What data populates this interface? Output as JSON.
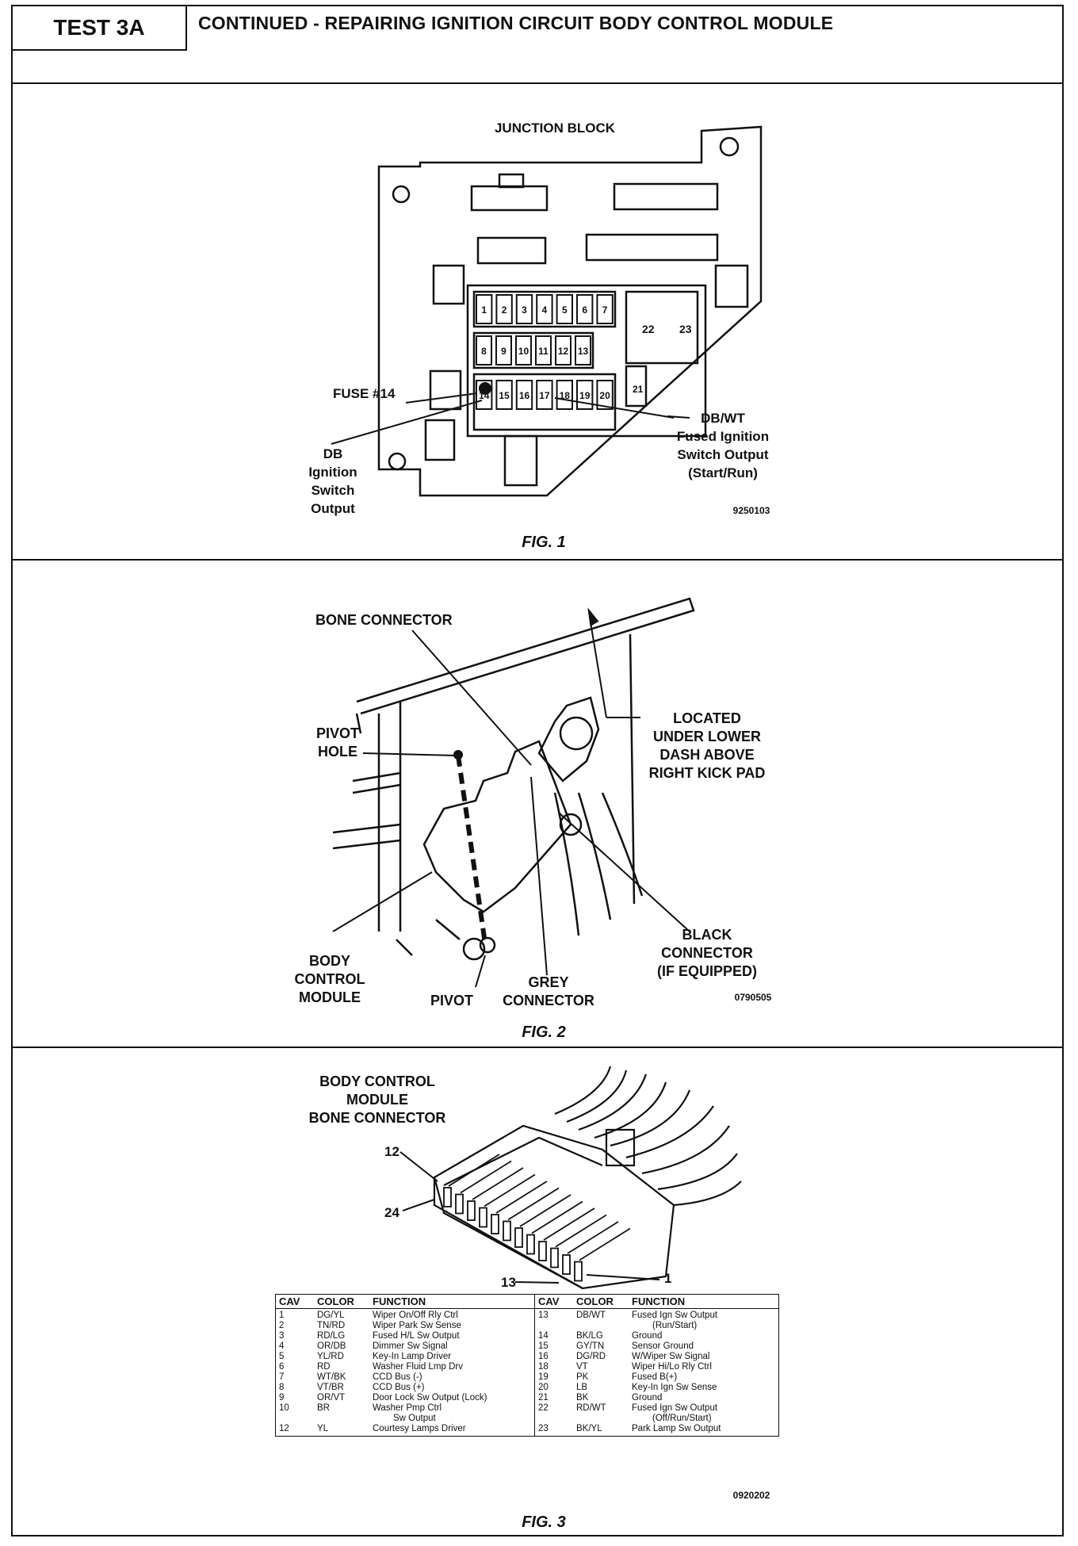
{
  "header": {
    "test_label": "TEST 3A",
    "title": "CONTINUED - REPAIRING IGNITION CIRCUIT BODY CONTROL MODULE"
  },
  "figure1": {
    "title": "JUNCTION BLOCK",
    "fuse_label": "FUSE #14",
    "left_callout": [
      "DB",
      "Ignition",
      "Switch",
      "Output"
    ],
    "right_callout": [
      "DB/WT",
      "Fused Ignition",
      "Switch Output",
      "(Start/Run)"
    ],
    "fuse_numbers_row1": [
      "1",
      "2",
      "3",
      "4",
      "5",
      "6",
      "7"
    ],
    "fuse_numbers_row2": [
      "8",
      "9",
      "10",
      "11",
      "12",
      "13"
    ],
    "fuse_numbers_row3": [
      "14",
      "15",
      "16",
      "17",
      "18",
      "19",
      "20"
    ],
    "large_fuses": [
      "22",
      "23",
      "21"
    ],
    "code": "9250103",
    "caption": "FIG. 1"
  },
  "figure2": {
    "labels": {
      "bone_connector": "BONE CONNECTOR",
      "located": [
        "LOCATED",
        "UNDER LOWER",
        "DASH ABOVE",
        "RIGHT KICK PAD"
      ],
      "pivot_hole": [
        "PIVOT",
        "HOLE"
      ],
      "body_control_module": [
        "BODY",
        "CONTROL",
        "MODULE"
      ],
      "pivot": "PIVOT",
      "grey_connector": [
        "GREY",
        "CONNECTOR"
      ],
      "black_connector": [
        "BLACK",
        "CONNECTOR",
        "(IF EQUIPPED)"
      ]
    },
    "code": "0790505",
    "caption": "FIG. 2"
  },
  "figure3": {
    "title": [
      "BODY CONTROL",
      "MODULE",
      "BONE CONNECTOR"
    ],
    "pin_labels": {
      "p12": "12",
      "p24": "24",
      "p13": "13",
      "p1": "1"
    },
    "table_headers": {
      "cav": "CAV",
      "color": "COLOR",
      "function": "FUNCTION"
    },
    "left_rows": [
      {
        "cav": "1",
        "color": "DG/YL",
        "function": "Wiper On/Off Rly Ctrl"
      },
      {
        "cav": "2",
        "color": "TN/RD",
        "function": "Wiper Park Sw Sense"
      },
      {
        "cav": "3",
        "color": "RD/LG",
        "function": "Fused H/L Sw Output"
      },
      {
        "cav": "4",
        "color": "OR/DB",
        "function": "Dimmer Sw Signal"
      },
      {
        "cav": "5",
        "color": "YL/RD",
        "function": "Key-In Lamp Driver"
      },
      {
        "cav": "6",
        "color": "RD",
        "function": "Washer Fluid Lmp Drv"
      },
      {
        "cav": "7",
        "color": "WT/BK",
        "function": "CCD Bus (-)"
      },
      {
        "cav": "8",
        "color": "VT/BR",
        "function": "CCD Bus (+)"
      },
      {
        "cav": "9",
        "color": "OR/VT",
        "function": "Door Lock Sw Output (Lock)"
      },
      {
        "cav": "10",
        "color": "BR",
        "function": "Washer Pmp Ctrl"
      },
      {
        "cav": "",
        "color": "",
        "function": "Sw Output"
      },
      {
        "cav": "12",
        "color": "YL",
        "function": "Courtesy Lamps Driver"
      }
    ],
    "right_rows": [
      {
        "cav": "13",
        "color": "DB/WT",
        "function": "Fused Ign Sw Output"
      },
      {
        "cav": "",
        "color": "",
        "function": "(Run/Start)"
      },
      {
        "cav": "14",
        "color": "BK/LG",
        "function": "Ground"
      },
      {
        "cav": "15",
        "color": "GY/TN",
        "function": "Sensor Ground"
      },
      {
        "cav": "16",
        "color": "DG/RD",
        "function": "W/Wiper Sw Signal"
      },
      {
        "cav": "18",
        "color": "VT",
        "function": "Wiper Hi/Lo Rly Ctrl"
      },
      {
        "cav": "19",
        "color": "PK",
        "function": "Fused B(+)"
      },
      {
        "cav": "20",
        "color": "LB",
        "function": "Key-In Ign Sw Sense"
      },
      {
        "cav": "21",
        "color": "BK",
        "function": "Ground"
      },
      {
        "cav": "22",
        "color": "RD/WT",
        "function": "Fused Ign Sw Output"
      },
      {
        "cav": "",
        "color": "",
        "function": "(Off/Run/Start)"
      },
      {
        "cav": "23",
        "color": "BK/YL",
        "function": "Park Lamp Sw Output"
      }
    ],
    "code": "0920202",
    "caption": "FIG. 3"
  }
}
